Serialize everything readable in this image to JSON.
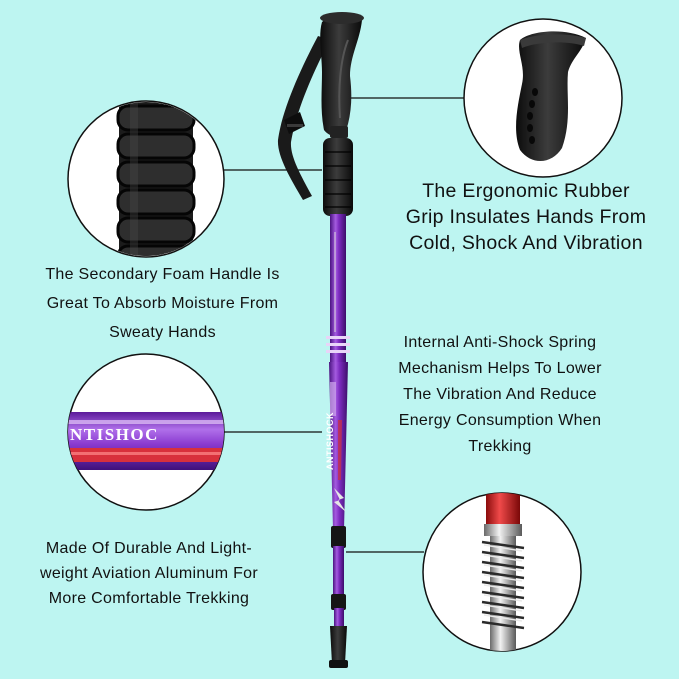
{
  "captions": {
    "grip": [
      "The Ergonomic Rubber",
      "Grip Insulates Hands From",
      "Cold, Shock And Vibration"
    ],
    "foam": [
      "The Secondary Foam Handle Is",
      "Great To Absorb Moisture From",
      "Sweaty Hands"
    ],
    "spring": [
      "Internal Anti-Shock Spring",
      "Mechanism Helps To Lower",
      "The Vibration And Reduce",
      "Energy Consumption When",
      "Trekking"
    ],
    "aluminum": [
      "Made Of Durable And Light-",
      "weight Aviation Aluminum For",
      "More Comfortable Trekking"
    ]
  },
  "shaft_print": {
    "brand_text": "ANTISHOCK",
    "zoom_text": "NTISHOC"
  },
  "colors": {
    "background": "#bdf5f1",
    "shaft": "#7a2bb5",
    "grip": "#1c1c1c",
    "spring_tube": "#d42020"
  }
}
